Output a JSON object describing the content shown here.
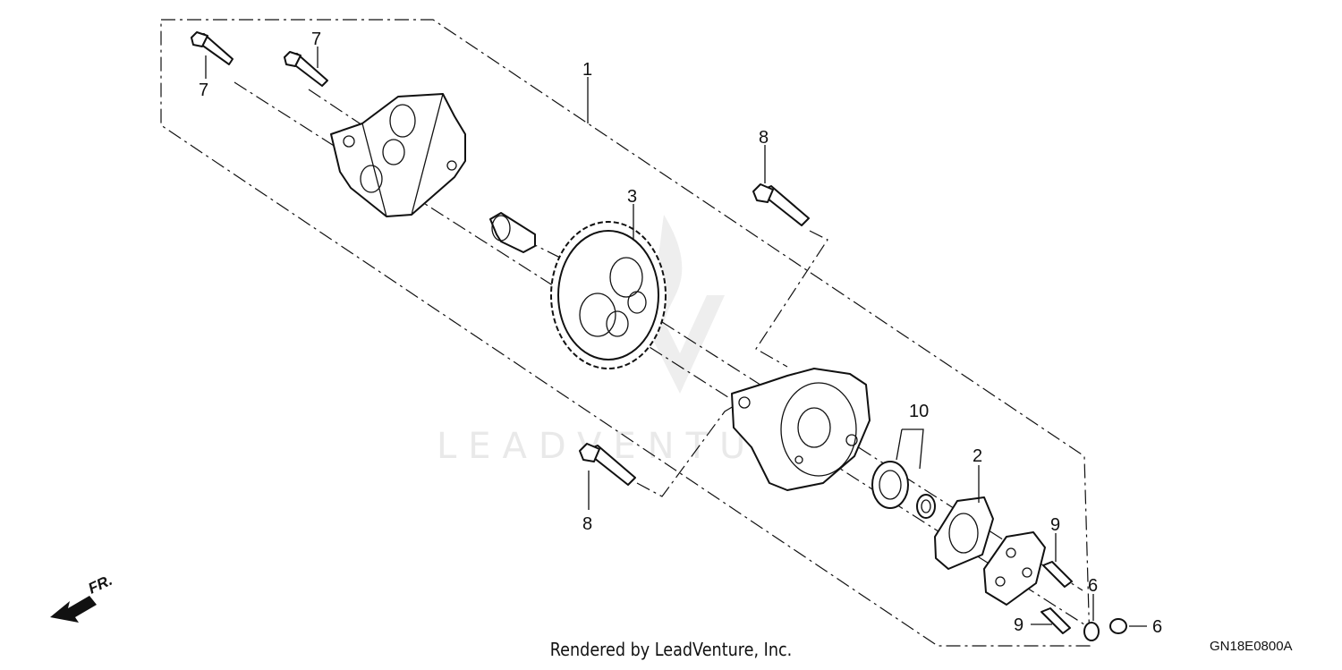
{
  "diagram": {
    "watermark": "LEADVENTURE",
    "callouts": {
      "c1": "1",
      "c2": "2",
      "c3": "3",
      "c6a": "6",
      "c6b": "6",
      "c7a": "7",
      "c7b": "7",
      "c8a": "8",
      "c8b": "8",
      "c9a": "9",
      "c9b": "9",
      "c10": "10"
    },
    "direction_label": "FR.",
    "footer": "Rendered by LeadVenture, Inc.",
    "diagram_code": "GN18E0800A",
    "colors": {
      "line": "#111111",
      "watermark": "#e9e9e9",
      "background": "#ffffff"
    }
  }
}
